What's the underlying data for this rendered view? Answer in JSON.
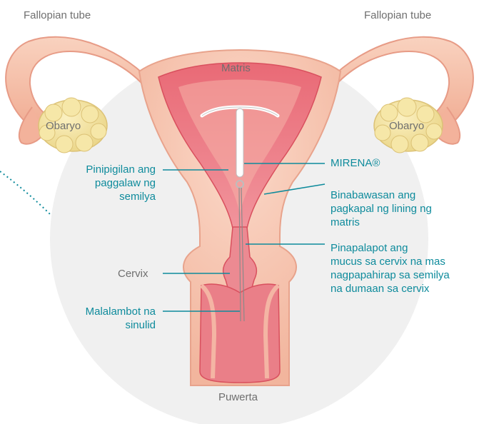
{
  "labels": {
    "fallopian_left": "Fallopian tube",
    "fallopian_right": "Fallopian tube",
    "matris": "Matris",
    "obaryo_left": "Obaryo",
    "obaryo_right": "Obaryo",
    "mirena": "MIRENA®",
    "pinipigilan": "Pinipigilan ang\npaggalaw ng\nsemilya",
    "binabawasan": "Binabawasan ang\npagkapal ng lining ng\nmatris",
    "pinapalapot": "Pinapalapot ang\nmucus sa cervix na mas\nnagpapahirap sa semilya\nna dumaan sa cervix",
    "cervix": "Cervix",
    "malalambot": "Malalambot na\nsinulid",
    "puwerta": "Puwerta"
  },
  "colors": {
    "label_gray": "#6f6f6f",
    "label_teal": "#0e8b9c",
    "tissue_outer": "#f6c6b0",
    "tissue_inner": "#e35d6a",
    "ovary": "#f3e29a",
    "background_circle": "#f0f0f0"
  }
}
